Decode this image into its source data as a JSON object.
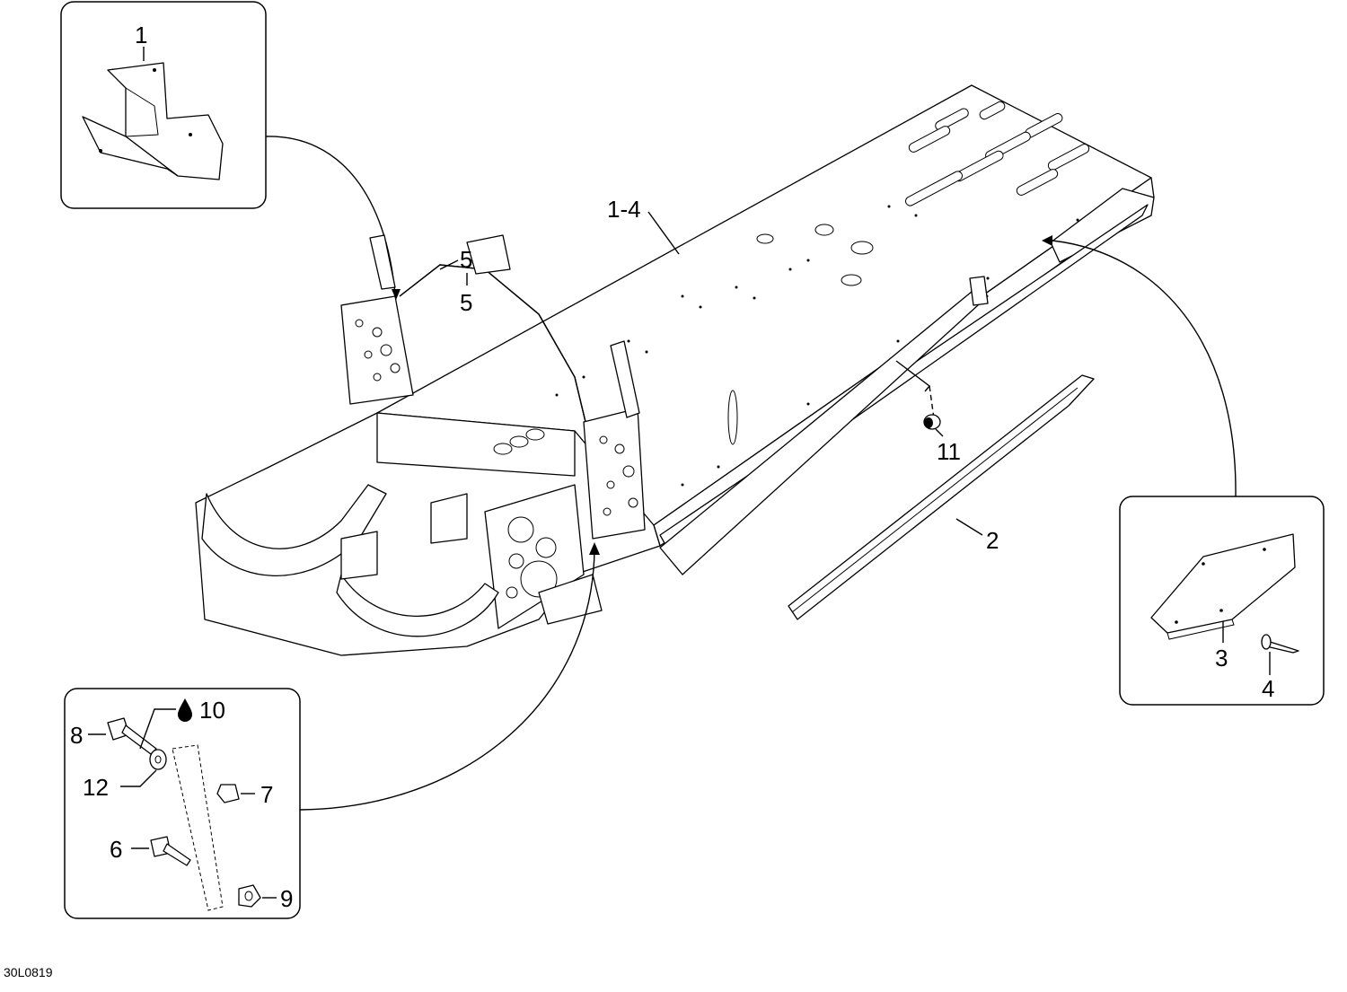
{
  "diagram": {
    "code": "30L0819",
    "callouts": [
      {
        "id": "c1",
        "text": "1"
      },
      {
        "id": "c1-4",
        "text": "1-4"
      },
      {
        "id": "c5a",
        "text": "5"
      },
      {
        "id": "c5b",
        "text": "5"
      },
      {
        "id": "c11",
        "text": "11"
      },
      {
        "id": "c2",
        "text": "2"
      },
      {
        "id": "c3",
        "text": "3"
      },
      {
        "id": "c4",
        "text": "4"
      },
      {
        "id": "c10",
        "text": "10"
      },
      {
        "id": "c8",
        "text": "8"
      },
      {
        "id": "c12",
        "text": "12"
      },
      {
        "id": "c7",
        "text": "7"
      },
      {
        "id": "c6",
        "text": "6"
      },
      {
        "id": "c9",
        "text": "9"
      }
    ],
    "icons": {
      "oil_drop": "oil-drop-icon"
    }
  }
}
